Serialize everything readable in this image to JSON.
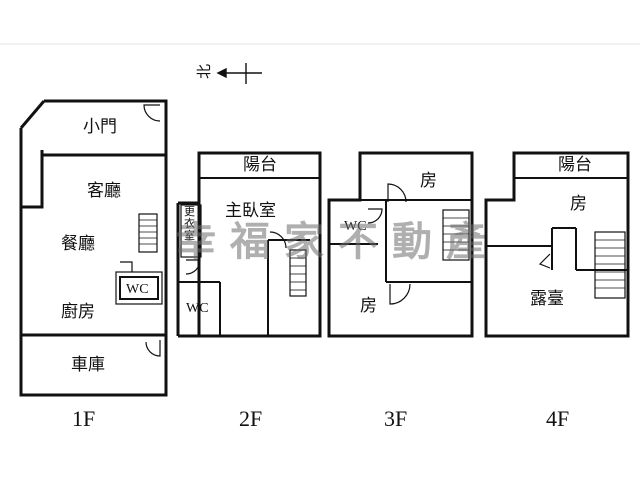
{
  "north": {
    "label": "北"
  },
  "floors": [
    {
      "label": "1F",
      "rooms": {
        "small_door": "小門",
        "living": "客廳",
        "dining": "餐廳",
        "kitchen": "廚房",
        "wc": "WC",
        "garage": "車庫"
      }
    },
    {
      "label": "2F",
      "rooms": {
        "balcony": "陽台",
        "master": "主臥室",
        "dressing": "更衣室",
        "wc": "WC"
      }
    },
    {
      "label": "3F",
      "rooms": {
        "room_top": "房",
        "wc": "WC",
        "room_bottom": "房"
      }
    },
    {
      "label": "4F",
      "rooms": {
        "balcony": "陽台",
        "room": "房",
        "terrace": "露臺"
      }
    }
  ],
  "watermark": {
    "text": "幸福家不動產"
  },
  "colors": {
    "wall": "#111111",
    "watermark": "#6e6e6e"
  }
}
